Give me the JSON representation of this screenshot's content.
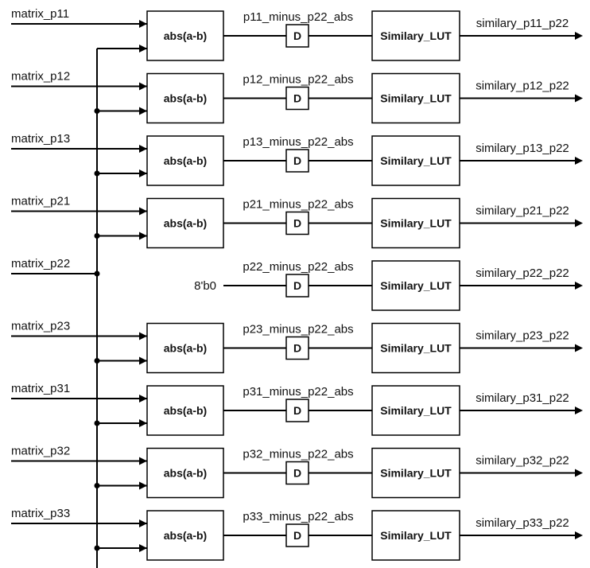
{
  "diagram": {
    "abs_label": "abs(a-b)",
    "d_label": "D",
    "lut_label": "Similary_LUT",
    "rows": [
      {
        "input": "matrix_p11",
        "diff": "p11_minus_p22_abs",
        "output": "similary_p11_p22",
        "has_abs": true
      },
      {
        "input": "matrix_p12",
        "diff": "p12_minus_p22_abs",
        "output": "similary_p12_p22",
        "has_abs": true
      },
      {
        "input": "matrix_p13",
        "diff": "p13_minus_p22_abs",
        "output": "similary_p13_p22",
        "has_abs": true
      },
      {
        "input": "matrix_p21",
        "diff": "p21_minus_p22_abs",
        "output": "similary_p21_p22",
        "has_abs": true
      },
      {
        "input": "matrix_p22",
        "diff": "p22_minus_p22_abs",
        "output": "similary_p22_p22",
        "has_abs": false,
        "const": "8'b0"
      },
      {
        "input": "matrix_p23",
        "diff": "p23_minus_p22_abs",
        "output": "similary_p23_p22",
        "has_abs": true
      },
      {
        "input": "matrix_p31",
        "diff": "p31_minus_p22_abs",
        "output": "similary_p31_p22",
        "has_abs": true
      },
      {
        "input": "matrix_p32",
        "diff": "p32_minus_p22_abs",
        "output": "similary_p32_p22",
        "has_abs": true
      },
      {
        "input": "matrix_p33",
        "diff": "p33_minus_p22_abs",
        "output": "similary_p33_p22",
        "has_abs": true
      }
    ]
  }
}
